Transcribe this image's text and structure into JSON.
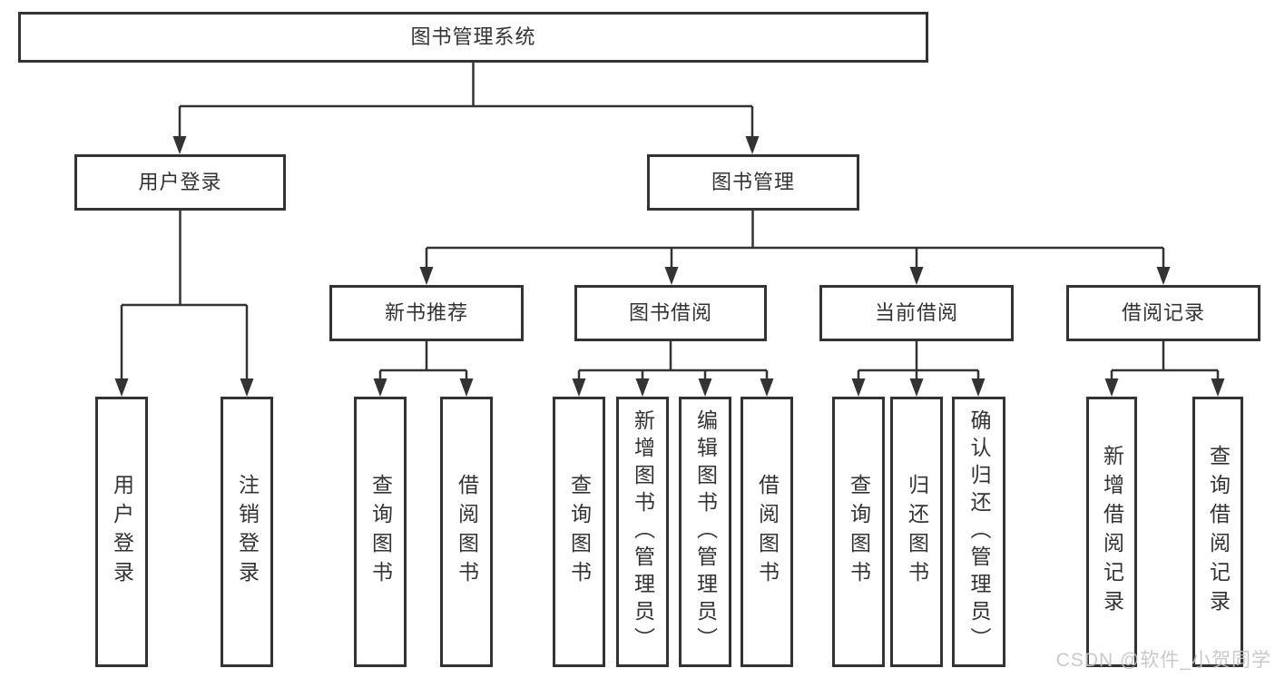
{
  "diagram": {
    "type": "hierarchy-tree",
    "nodes": {
      "root": {
        "label": "图书管理系统"
      },
      "branches": [
        {
          "label": "用户登录",
          "children": [
            "用户登录",
            "注销登录"
          ]
        },
        {
          "label": "图书管理",
          "sections": [
            {
              "label": "新书推荐",
              "children": [
                "查询图书",
                "借阅图书"
              ]
            },
            {
              "label": "图书借阅",
              "children": [
                "查询图书",
                "新增图书（管理员）",
                "编辑图书（管理员）",
                "借阅图书"
              ]
            },
            {
              "label": "当前借阅",
              "children": [
                "查询图书",
                "归还图书",
                "确认归还（管理员）"
              ]
            },
            {
              "label": "借阅记录",
              "children": [
                "新增借阅记录",
                "查询借阅记录"
              ]
            }
          ]
        }
      ]
    },
    "colors": {
      "line": "#333333",
      "box_border": "#333333",
      "text": "#333333",
      "background": "#ffffff",
      "watermark": "#c4c4c4"
    }
  },
  "watermark": {
    "text": "CSDN @软件_小贺同学"
  }
}
